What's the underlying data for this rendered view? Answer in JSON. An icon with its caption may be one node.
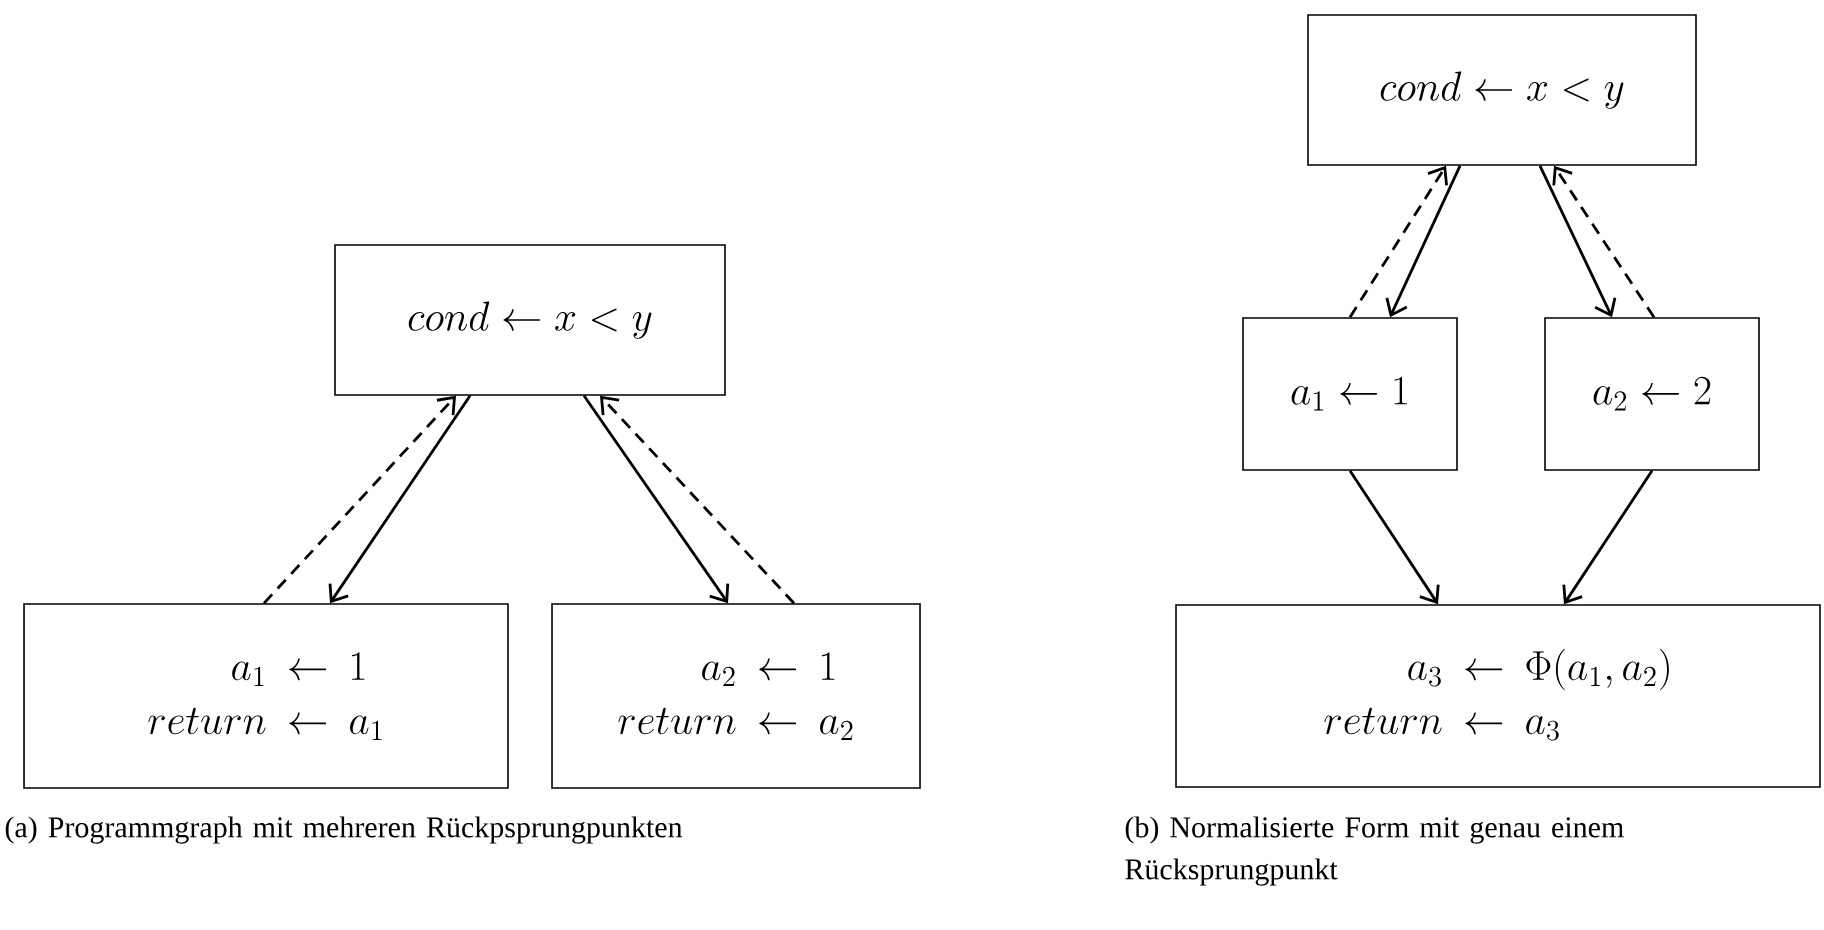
{
  "diagram": {
    "nodes": [
      {
        "text": [
          "cond \\leftarrow x < y"
        ]
      },
      {
        "text": [
          "\\begin{array}{rcl} a_1 & \\leftarrow & 1 \\\\ return & \\leftarrow & a_1 \\end{array}"
        ]
      },
      {
        "text": [
          "\\begin{array}{rcl} a_2 & \\leftarrow & 1 \\\\ return & \\leftarrow & a_2 \\end{array}"
        ]
      },
      {
        "text": [
          "cond \\leftarrow x < y"
        ]
      },
      {
        "text": [
          "a_1 \\leftarrow 1"
        ]
      },
      {
        "text": [
          "a_2 \\leftarrow 2"
        ]
      },
      {
        "text": [
          "\\begin{array}{rcl} a_3 & \\leftarrow & \\Phi(a_1, a_2) \\\\ return & \\leftarrow & a_3 \\end{array}"
        ]
      }
    ],
    "edges": [
      {
        "from": 0,
        "to": 1,
        "arrow": "to"
      },
      {
        "from": 1,
        "to": 0,
        "arrow": "to",
        "style": "dashed"
      },
      {
        "from": 0,
        "to": 2,
        "arrow": "to"
      },
      {
        "from": 2,
        "to": 0,
        "arrow": "to",
        "style": "dashed"
      },
      {
        "from": 3,
        "to": 4,
        "arrow": "to"
      },
      {
        "from": 4,
        "to": 3,
        "arrow": "to",
        "style": "dashed"
      },
      {
        "from": 3,
        "to": 5,
        "arrow": "to"
      },
      {
        "from": 5,
        "to": 3,
        "arrow": "to",
        "style": "dashed"
      },
      {
        "from": 4,
        "to": 6,
        "arrow": "to"
      },
      {
        "from": 5,
        "to": 6,
        "arrow": "to"
      }
    ],
    "labels": [
      "(a) Programmgraph mit mehreren Rückpsprungpunkten",
      "(b) Normalisierte Form mit genau einem Rücksprungpunkt"
    ]
  }
}
